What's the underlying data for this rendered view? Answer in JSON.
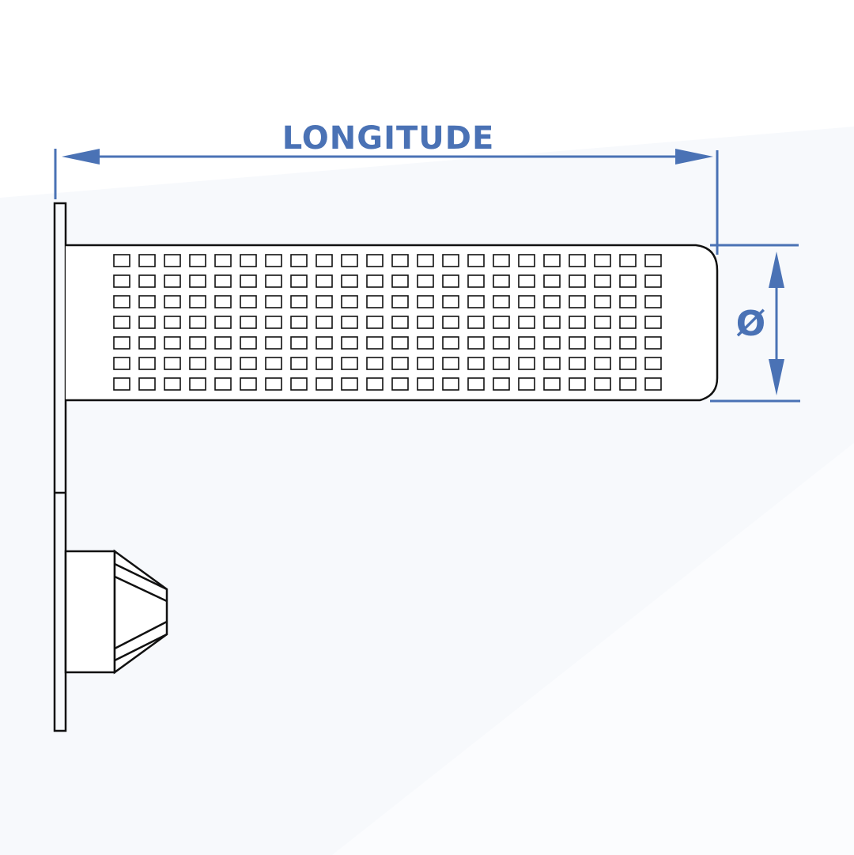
{
  "dimensions": {
    "length_label": "LONGITUDE",
    "diameter_label": "Ø"
  },
  "sleeve": {
    "hole_rows": 7,
    "hole_columns": 22
  },
  "colors": {
    "dimension": "#4a72b5",
    "outline": "#111111",
    "background": "#ffffff",
    "background_shade": "#f6f8fc"
  }
}
